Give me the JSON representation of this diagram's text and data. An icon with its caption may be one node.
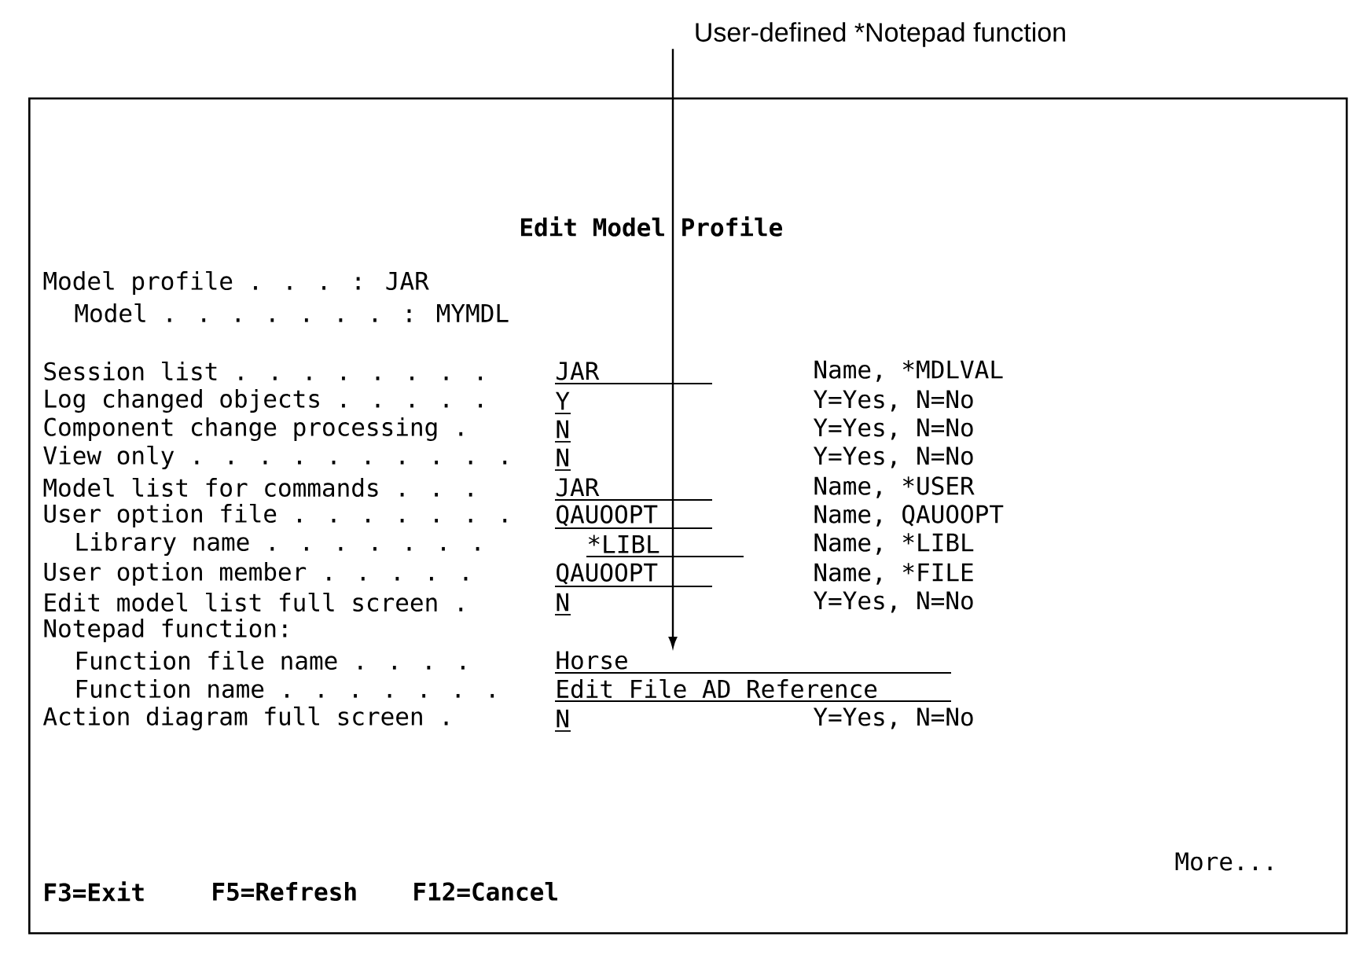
{
  "diagram": {
    "nodes": [
      {
        "text": [
          "Edit Model Profile"
        ]
      },
      {
        "text": [
          "User-defined *Notepad function"
        ]
      },
      {
        "text": [
          "Horse"
        ],
        "in": 0
      }
    ],
    "edges": [
      {
        "from": 1,
        "to": 2,
        "arrow": "to"
      }
    ],
    "labels": [
      "Model profile . . . : JAR",
      "Model . . . . . . . : MYMDL",
      "Session list . . . . . . . .",
      "JAR",
      "Name, *MDLVAL",
      "Log changed objects . . . . .",
      "Y",
      "Y=Yes, N=No",
      "Component change processing .",
      "N",
      "Y=Yes, N=No",
      "View only . . . . . . . . . .",
      "N",
      "Y=Yes, N=No",
      "Model list for commands . . .",
      "JAR",
      "Name, *USER",
      "User option file . . . . . . .",
      "QAUOOPT",
      "Name, QAUOOPT",
      "Library name . . . . . . .",
      "*LIBL",
      "Name, *LIBL",
      "User option member . . . . .",
      "QAUOOPT",
      "Name, *FILE",
      "Edit model list full screen .",
      "N",
      "Y=Yes, N=No",
      "Notepad function:",
      "Function file name . . . .",
      "Function name . . . . . . .",
      "Edit File AD Reference",
      "Action diagram full screen .",
      "N",
      "Y=Yes, N=No",
      "More...",
      "F3=Exit",
      "F5=Refresh",
      "F12=Cancel"
    ]
  }
}
